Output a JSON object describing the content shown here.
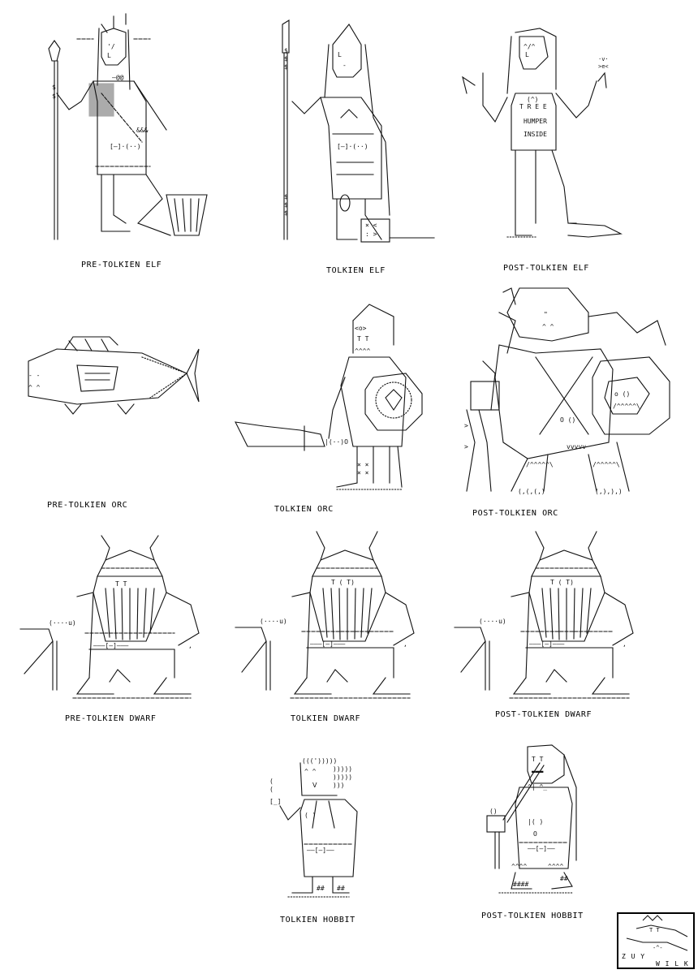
{
  "figures": [
    {
      "id": "pre-tolkien-elf",
      "caption": "PRE-TOLKIEN ELF",
      "shirt_text": ""
    },
    {
      "id": "tolkien-elf",
      "caption": "TOLKIEN ELF",
      "shirt_text": ""
    },
    {
      "id": "post-tolkien-elf",
      "caption": "POST-TOLKIEN ELF",
      "shirt_text": [
        "T R E E",
        "HUMPER",
        "INSIDE"
      ]
    },
    {
      "id": "pre-tolkien-orc",
      "caption": "PRE-TOLKIEN ORC"
    },
    {
      "id": "tolkien-orc",
      "caption": "TOLKIEN ORC"
    },
    {
      "id": "post-tolkien-orc",
      "caption": "POST-TOLKIEN ORC"
    },
    {
      "id": "pre-tolkien-dwarf",
      "caption": "PRE-TOLKIEN DWARF"
    },
    {
      "id": "tolkien-dwarf",
      "caption": "TOLKIEN DWARF"
    },
    {
      "id": "post-tolkien-dwarf",
      "caption": "POST-TOLKIEN DWARF"
    },
    {
      "id": "tolkien-hobbit",
      "caption": "TOLKIEN HOBBIT"
    },
    {
      "id": "post-tolkien-hobbit",
      "caption": "POST-TOLKIEN HOBBIT"
    }
  ],
  "signature": {
    "line1": "Z U Y",
    "line2": "W I L K"
  }
}
